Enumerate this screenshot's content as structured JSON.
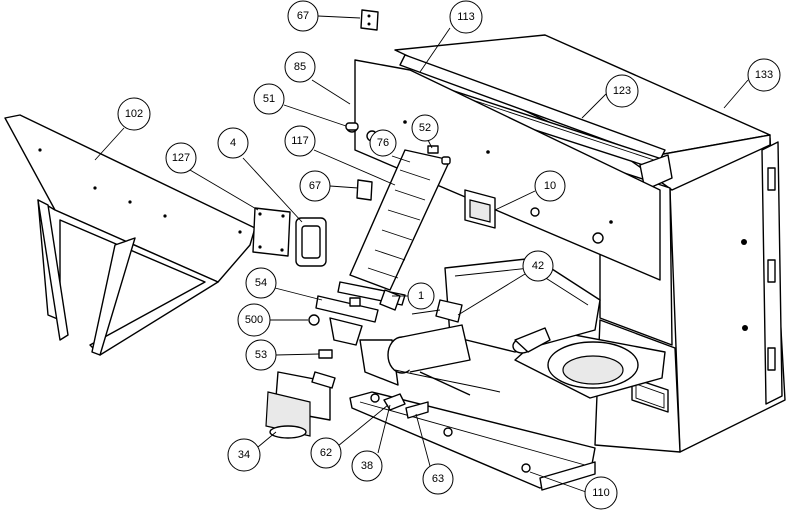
{
  "callouts": [
    {
      "id": "67a",
      "text": "67"
    },
    {
      "id": "113",
      "text": "113"
    },
    {
      "id": "85",
      "text": "85"
    },
    {
      "id": "133",
      "text": "133"
    },
    {
      "id": "123",
      "text": "123"
    },
    {
      "id": "102",
      "text": "102"
    },
    {
      "id": "51",
      "text": "51"
    },
    {
      "id": "52",
      "text": "52"
    },
    {
      "id": "127",
      "text": "127"
    },
    {
      "id": "4",
      "text": "4"
    },
    {
      "id": "117",
      "text": "117"
    },
    {
      "id": "76",
      "text": "76"
    },
    {
      "id": "67b",
      "text": "67"
    },
    {
      "id": "10",
      "text": "10"
    },
    {
      "id": "42",
      "text": "42"
    },
    {
      "id": "54",
      "text": "54"
    },
    {
      "id": "1",
      "text": "1"
    },
    {
      "id": "500",
      "text": "500"
    },
    {
      "id": "53",
      "text": "53"
    },
    {
      "id": "34",
      "text": "34"
    },
    {
      "id": "62",
      "text": "62"
    },
    {
      "id": "38",
      "text": "38"
    },
    {
      "id": "63",
      "text": "63"
    },
    {
      "id": "110",
      "text": "110"
    }
  ]
}
